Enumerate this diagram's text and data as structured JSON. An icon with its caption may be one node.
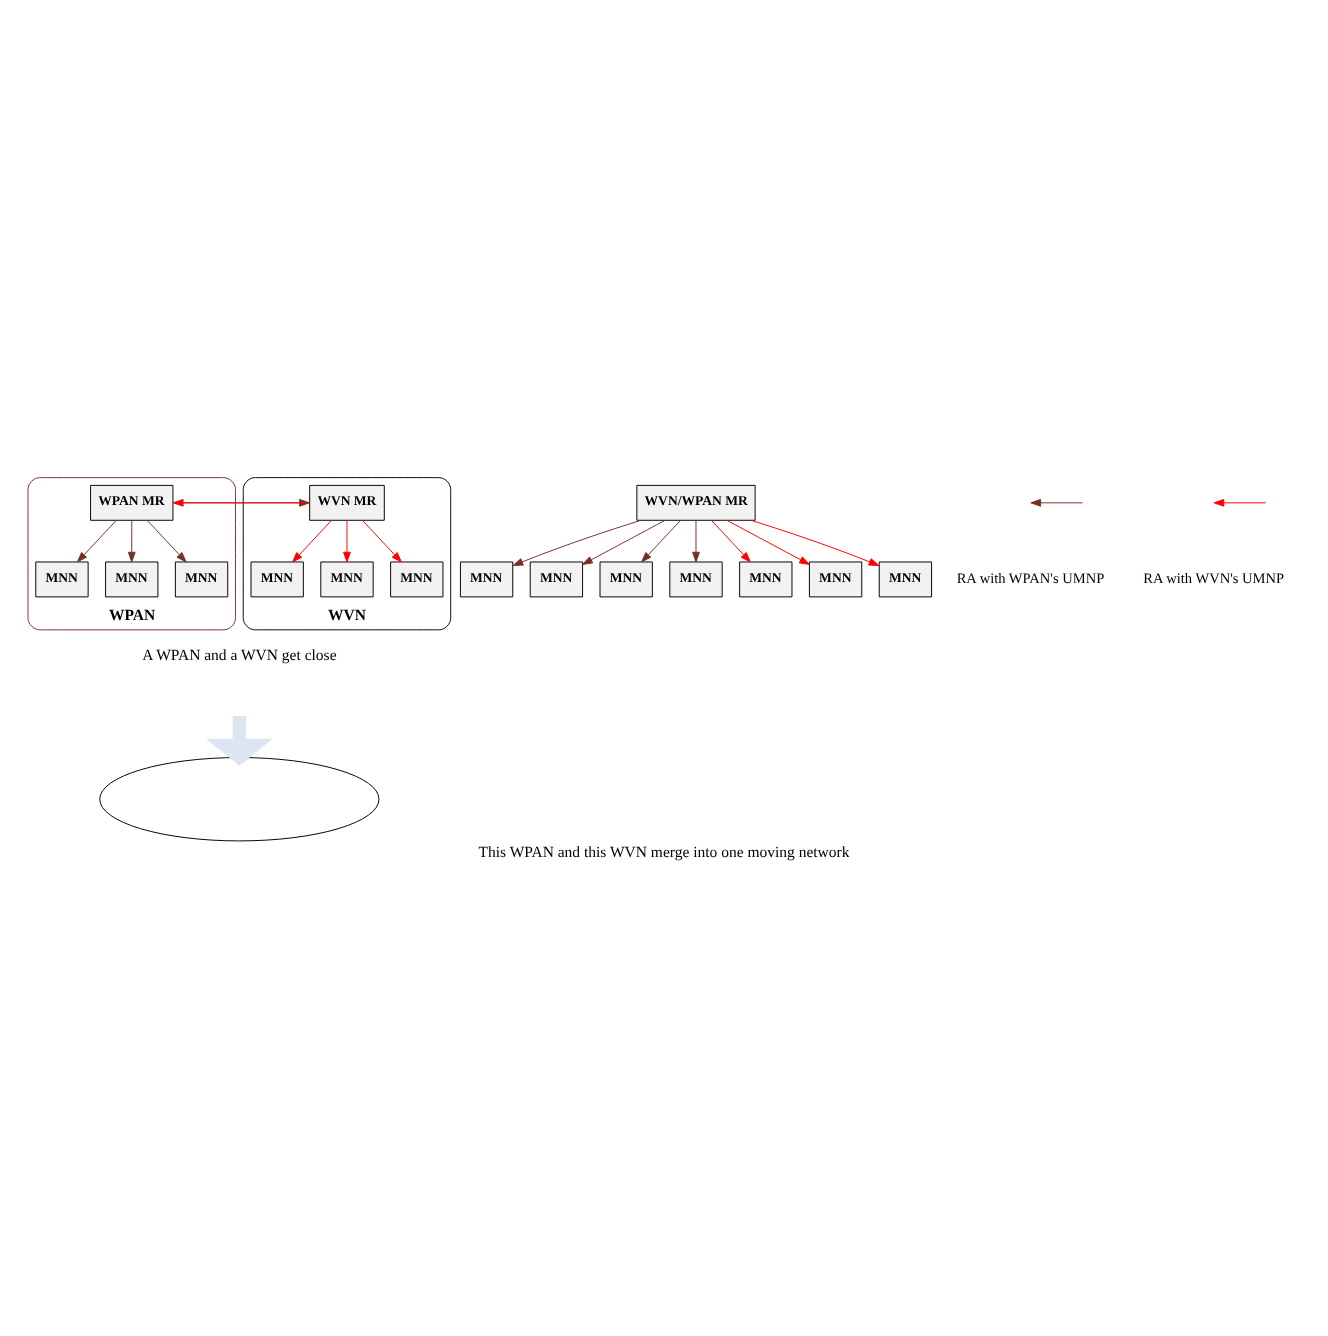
{
  "diagram": {
    "caption": "This WPAN and this WVN merge into one moving network",
    "nodes": [
      {
        "text": [
          "WPAN"
        ]
      },
      {
        "text": [
          "WPAN MR"
        ],
        "in": 0
      },
      {
        "text": [
          "MNN"
        ],
        "in": 0
      },
      {
        "text": [
          "MNN"
        ],
        "in": 0
      },
      {
        "text": [
          "MNN"
        ],
        "in": 0
      },
      {
        "text": [
          "WVN"
        ]
      },
      {
        "text": [
          "WVN MR"
        ],
        "in": 5
      },
      {
        "text": [
          "MNN"
        ],
        "in": 5
      },
      {
        "text": [
          "MNN"
        ],
        "in": 5
      },
      {
        "text": [
          "MNN"
        ],
        "in": 5
      },
      {
        "text": [],
        "shape": "ellipse"
      },
      {
        "text": [
          "WVN/WPAN MR"
        ]
      },
      {
        "text": [
          "MNN"
        ]
      },
      {
        "text": [
          "MNN"
        ]
      },
      {
        "text": [
          "MNN"
        ]
      },
      {
        "text": [
          "MNN"
        ]
      },
      {
        "text": [
          "MNN"
        ]
      },
      {
        "text": [
          "MNN"
        ]
      },
      {
        "text": [
          "MNN"
        ]
      }
    ],
    "edges": [
      {
        "from": 1,
        "to": 2,
        "arrow": "to"
      },
      {
        "from": 1,
        "to": 3,
        "arrow": "to"
      },
      {
        "from": 1,
        "to": 4,
        "arrow": "to"
      },
      {
        "from": 6,
        "to": 7,
        "arrow": "to",
        "color": "#ff0000"
      },
      {
        "from": 6,
        "to": 8,
        "arrow": "to",
        "color": "#ff0000"
      },
      {
        "from": 6,
        "to": 9,
        "arrow": "to",
        "color": "#ff0000"
      },
      {
        "from": 1,
        "to": 6,
        "arrow": "to"
      },
      {
        "from": 6,
        "to": 1,
        "arrow": "to",
        "color": "#ff0000"
      },
      {
        "from": null,
        "to": 10,
        "arrow": "to",
        "style": "thick",
        "color": "#dce6f2"
      },
      {
        "from": 11,
        "to": 12,
        "arrow": "to"
      },
      {
        "from": 11,
        "to": 13,
        "arrow": "to"
      },
      {
        "from": 11,
        "to": 14,
        "arrow": "to"
      },
      {
        "from": 11,
        "to": 15,
        "arrow": "to"
      },
      {
        "from": 11,
        "to": 16,
        "arrow": "to",
        "color": "#ff0000"
      },
      {
        "from": 11,
        "to": 17,
        "arrow": "to",
        "color": "#ff0000"
      },
      {
        "from": 11,
        "to": 18,
        "arrow": "to",
        "color": "#ff0000"
      }
    ],
    "labels": [
      "A WPAN and a WVN get close"
    ],
    "legend": [
      {
        "text": "RA with WPAN's UMNP"
      },
      {
        "text": "RA with WVN's UMNP"
      }
    ]
  }
}
